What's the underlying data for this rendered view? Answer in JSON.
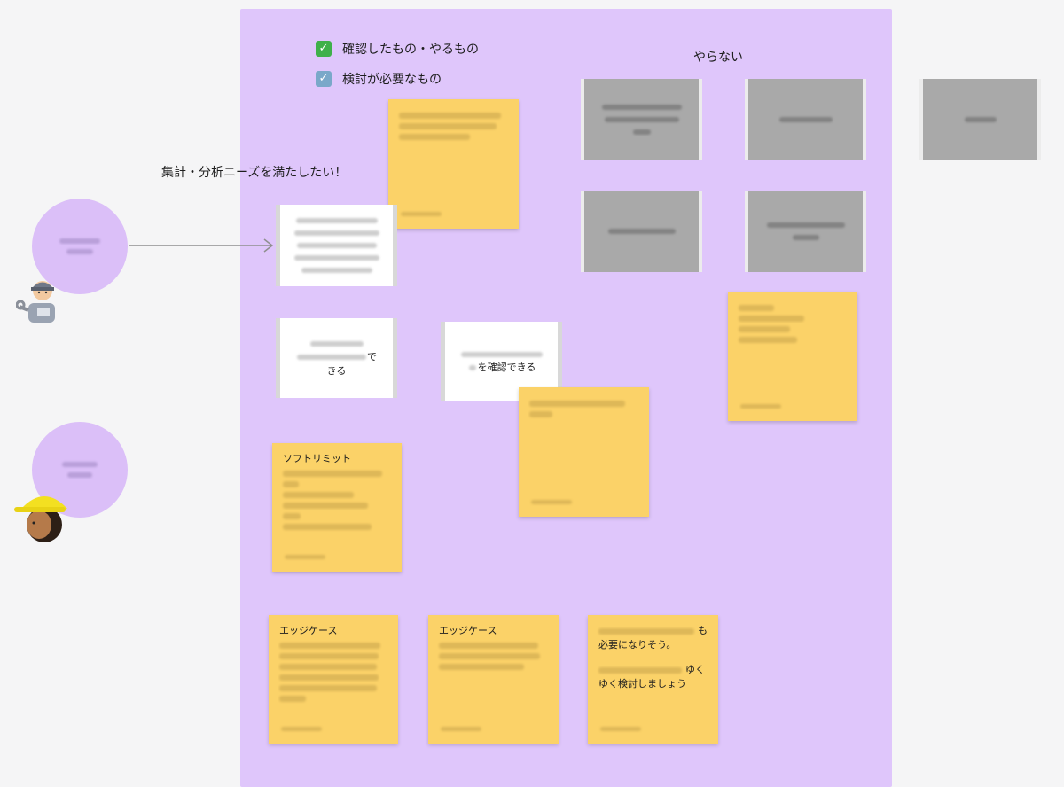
{
  "legend": {
    "done_label": "確認したもの・やるもの",
    "todo_label": "検討が必要なもの"
  },
  "headings": {
    "not_doing": "やらない",
    "goal": "集計・分析ニーズを満たしたい！"
  },
  "cards": {
    "card_b_suffix": "で",
    "card_b_last": "きる",
    "card_c_suffix": "を確認できる"
  },
  "stickies": {
    "soft_limit_title": "ソフトリミット",
    "edge_case_1_title": "エッジケース",
    "edge_case_2_title": "エッジケース",
    "note_1_suffix": "も",
    "note_1_line2": "必要になりそう。",
    "note_2_suffix": "ゆく",
    "note_2_line2": "ゆく検討しましょう"
  },
  "colors": {
    "frame": "#dfc6fb",
    "sticky": "#fbd268",
    "grey_card": "#a9a9a9",
    "persona_circle": "#dbbff8",
    "check_done": "#3fb04a",
    "check_todo": "#7aa8c9"
  },
  "icons": {
    "legend_done": "check-mark-green-icon",
    "legend_todo": "check-mark-box-icon",
    "persona_1": "worker-wrench-icon",
    "persona_2": "worker-hardhat-icon"
  }
}
